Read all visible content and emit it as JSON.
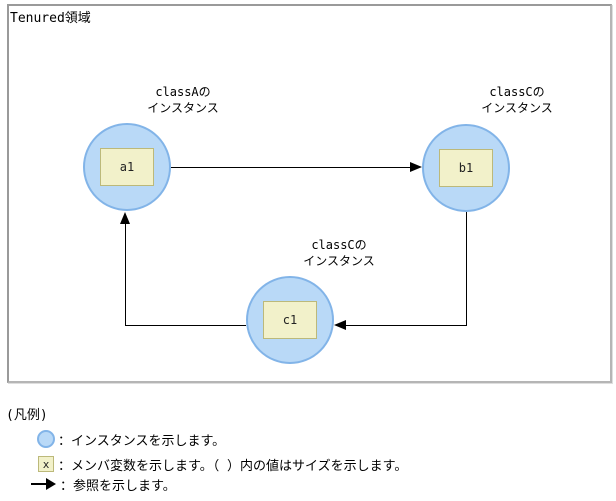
{
  "diagram": {
    "region_label": "Tenured領域",
    "nodes": [
      {
        "id": "a1",
        "member_label": "a1",
        "class_line1": "classAの",
        "class_line2": "インスタンス"
      },
      {
        "id": "b1",
        "member_label": "b1",
        "class_line1": "classCの",
        "class_line2": "インスタンス"
      },
      {
        "id": "c1",
        "member_label": "c1",
        "class_line1": "classCの",
        "class_line2": "インスタンス"
      }
    ],
    "edges": [
      {
        "from": "a1",
        "to": "b1",
        "style": "solid-arrow"
      },
      {
        "from": "b1",
        "to": "c1",
        "style": "solid-arrow"
      },
      {
        "from": "c1",
        "to": "a1",
        "style": "solid-arrow"
      }
    ]
  },
  "legend": {
    "title": "(凡例)",
    "items": [
      {
        "icon": "instance-circle-icon",
        "text": "：インスタンスを示します。"
      },
      {
        "icon": "member-variable-box-icon",
        "icon_label": "x",
        "text": "：メンバ変数を示します。（ ）内の値はサイズを示します。"
      },
      {
        "icon": "reference-arrow-icon",
        "text": "：参照を示します。"
      }
    ]
  },
  "colors": {
    "instance_fill": "#b9d9f7",
    "instance_border": "#82b4e8",
    "member_box_fill": "#f2f1ca",
    "member_box_border": "#bcb97a",
    "arrow": "#000000",
    "region_border": "#b5b5b5"
  }
}
